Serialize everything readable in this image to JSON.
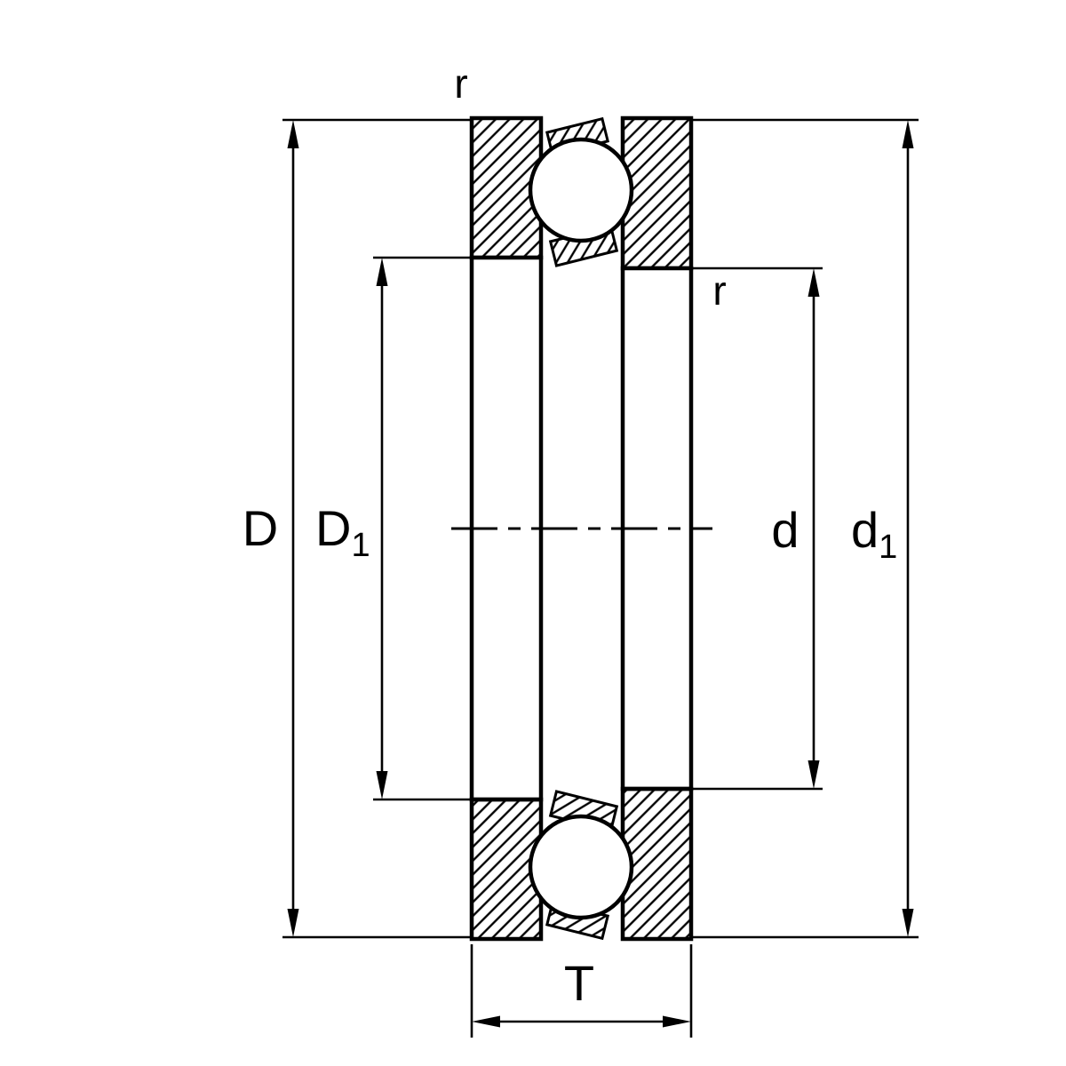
{
  "diagram": {
    "colors": {
      "line": "#000000",
      "background": "#ffffff"
    },
    "labels": {
      "D": "D",
      "D1": {
        "base": "D",
        "sub": "1"
      },
      "d": "d",
      "d1": {
        "base": "d",
        "sub": "1"
      },
      "T": "T",
      "r_top": "r",
      "r_right": "r"
    }
  }
}
